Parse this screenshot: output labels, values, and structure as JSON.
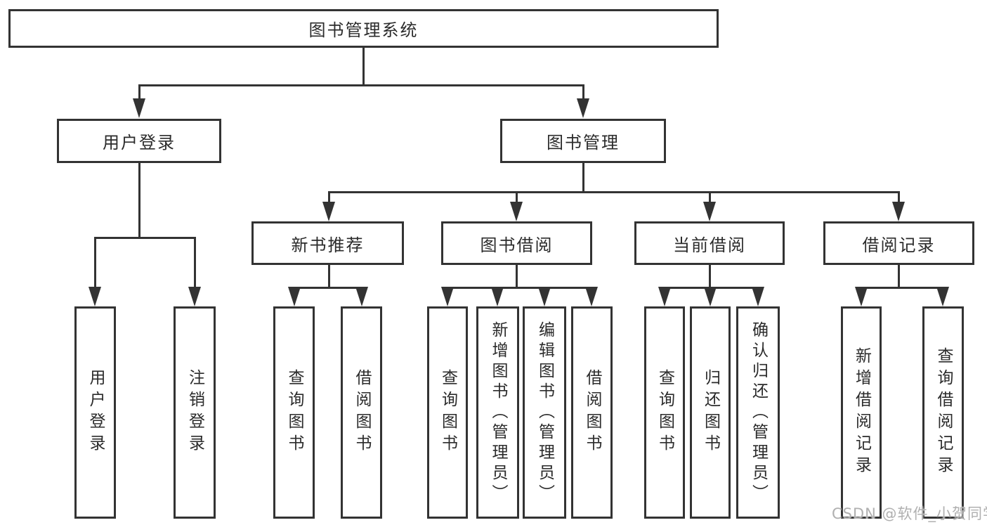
{
  "title": "图书管理系统",
  "nodes": {
    "root": {
      "label": "图书管理系统"
    },
    "level2": [
      {
        "label": "用户登录"
      },
      {
        "label": "图书管理"
      }
    ],
    "level3": [
      {
        "label": "新书推荐"
      },
      {
        "label": "图书借阅"
      },
      {
        "label": "当前借阅"
      },
      {
        "label": "借阅记录"
      }
    ],
    "leaves": {
      "user": [
        "用户登录",
        "注销登录"
      ],
      "newbook": [
        "查询图书",
        "借阅图书"
      ],
      "borrow": [
        "查询图书",
        "新增图书（管理员）",
        "编辑图书（管理员）",
        "借阅图书"
      ],
      "current": [
        "查询图书",
        "归还图书",
        "确认归还（管理员）"
      ],
      "records": [
        "新增借阅记录",
        "查询借阅记录"
      ]
    }
  },
  "watermark": {
    "text": "CSDN @软件_小贺同学"
  },
  "colors": {
    "line": "#333333",
    "text": "#2b2b2b",
    "background": "#ffffff",
    "watermark": "#b0b0b0"
  }
}
